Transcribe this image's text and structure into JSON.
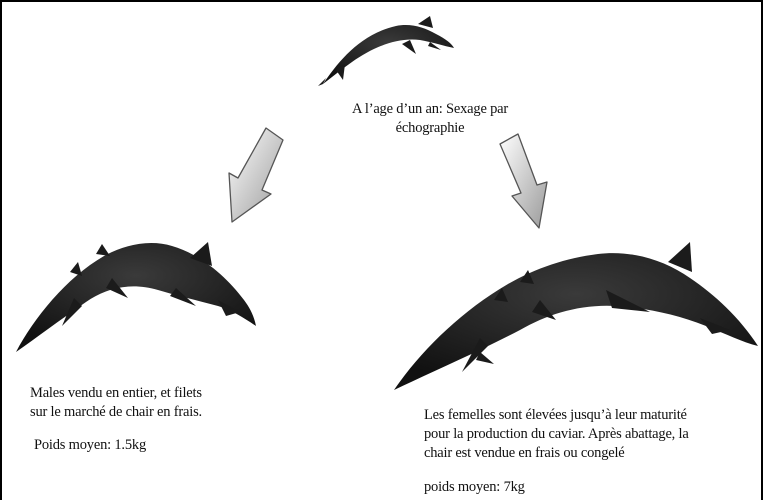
{
  "top_caption": {
    "line1": "A l’age d’un an: Sexage par",
    "line2": "échographie"
  },
  "males": {
    "line1": "Males vendu en entier, et filets",
    "line2": "sur le marché de chair en frais.",
    "weight": "Poids moyen:  1.5kg"
  },
  "females": {
    "line1": "Les femelles sont élevées jusqu’à leur maturité",
    "line2": "pour la production du caviar. Après abattage, la",
    "line3": "chair est vendue en frais ou congelé",
    "weight": "poids moyen: 7kg"
  },
  "colors": {
    "fish": "#1b1b1b",
    "arrow_fill": "#c9c9c9",
    "arrow_stroke": "#555555"
  }
}
